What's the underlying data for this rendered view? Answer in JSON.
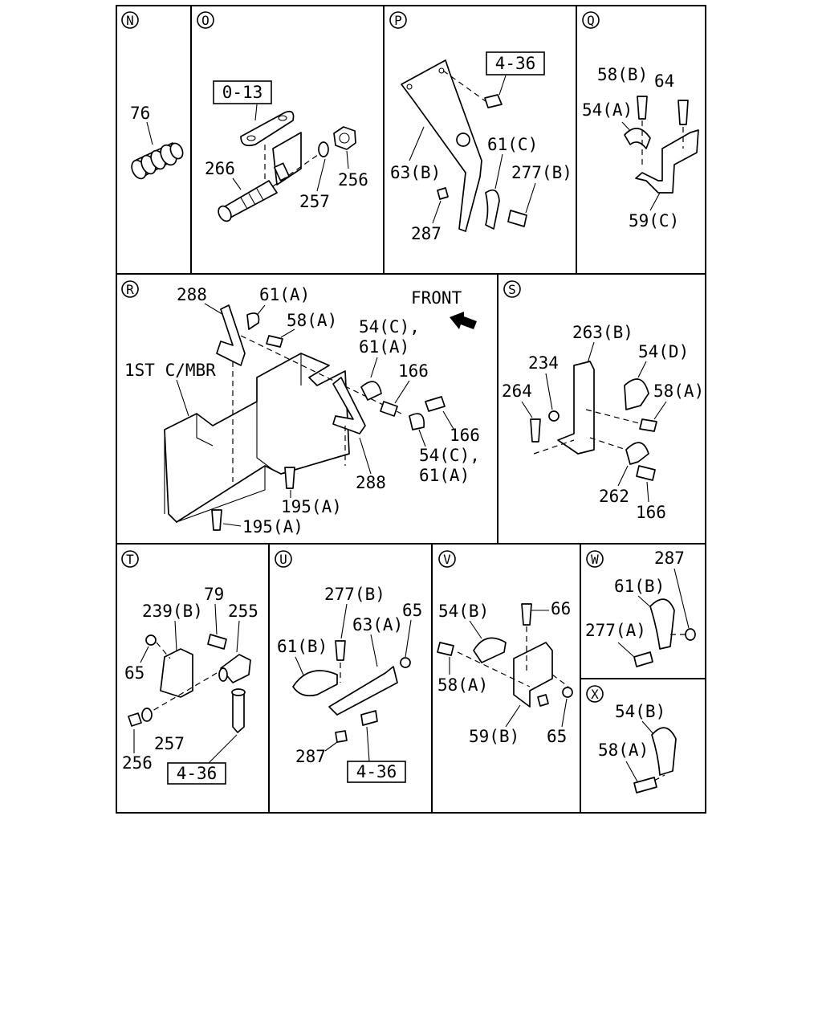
{
  "panels": {
    "N": {
      "letter": "N",
      "labels": {
        "p76": "76"
      }
    },
    "O": {
      "letter": "O",
      "ref": "0-13",
      "labels": {
        "p266": "266",
        "p257": "257",
        "p256": "256"
      }
    },
    "P": {
      "letter": "P",
      "ref": "4-36",
      "labels": {
        "p61c": "61(C)",
        "p63b": "63(B)",
        "p277b": "277(B)",
        "p287": "287"
      }
    },
    "Q": {
      "letter": "Q",
      "labels": {
        "p58b": "58(B)",
        "p64": "64",
        "p54a": "54(A)",
        "p59c": "59(C)"
      }
    },
    "R": {
      "letter": "R",
      "front": "FRONT",
      "member": "1ST C/MBR",
      "labels": {
        "p288a": "288",
        "p61a": "61(A)",
        "p58a": "58(A)",
        "p54c1": "54(C),",
        "p61a1": "61(A)",
        "p166a": "166",
        "p166b": "166",
        "p54c2": "54(C),",
        "p61a2": "61(A)",
        "p288b": "288",
        "p195a": "195(A)",
        "p195b": "195(A)"
      }
    },
    "S": {
      "letter": "S",
      "labels": {
        "p263b": "263(B)",
        "p54d": "54(D)",
        "p234": "234",
        "p264": "264",
        "p58a": "58(A)",
        "p262": "262",
        "p166": "166"
      }
    },
    "T": {
      "letter": "T",
      "ref": "4-36",
      "labels": {
        "p79": "79",
        "p239b": "239(B)",
        "p255": "255",
        "p65": "65",
        "p257": "257",
        "p256": "256"
      }
    },
    "U": {
      "letter": "U",
      "ref": "4-36",
      "labels": {
        "p277b": "277(B)",
        "p65": "65",
        "p63a": "63(A)",
        "p61b": "61(B)",
        "p287": "287"
      }
    },
    "V": {
      "letter": "V",
      "labels": {
        "p54b": "54(B)",
        "p66": "66",
        "p58a": "58(A)",
        "p59b": "59(B)",
        "p65": "65"
      }
    },
    "W": {
      "letter": "W",
      "labels": {
        "p287": "287",
        "p61b": "61(B)",
        "p277a": "277(A)"
      }
    },
    "X": {
      "letter": "X",
      "labels": {
        "p54b": "54(B)",
        "p58a": "58(A)"
      }
    }
  }
}
